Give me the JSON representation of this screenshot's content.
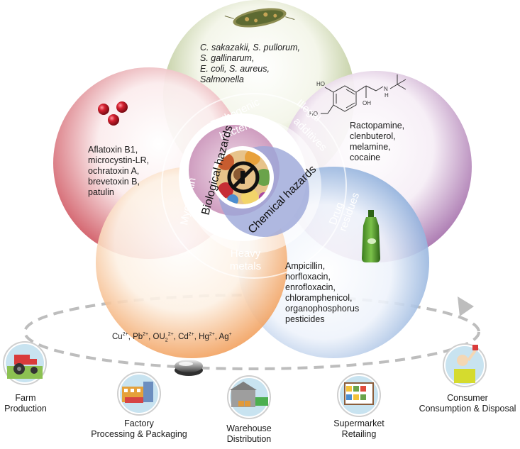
{
  "center": {
    "biological": "Biological hazards",
    "chemical": "Chemical hazards"
  },
  "ring": {
    "pathogenic_1": "Pathogenic",
    "pathogenic_2": "bacteria",
    "illegal_1": "Illegal",
    "illegal_2": "additives",
    "drug_1": "Drug",
    "drug_2": "residues",
    "heavy_1": "Heavy",
    "heavy_2": "metals",
    "mycotoxin": "Mycotoxin"
  },
  "petals": {
    "bacteria": [
      "C. sakazakii, S. pullorum,",
      "S. gallinarum,",
      "E. coli, S. aureus,",
      "Salmonella"
    ],
    "additives": [
      "Ractopamine,",
      "clenbuterol,",
      "melamine,",
      "cocaine"
    ],
    "mycotoxin": [
      "Aflatoxin B1,",
      "microcystin-LR,",
      "ochratoxin A,",
      "brevetoxin B,",
      "patulin"
    ],
    "drugs": [
      "Ampicillin,",
      "norfloxacin,",
      "enrofloxacin,",
      "chloramphenicol,",
      "organophosphorus",
      "pesticides"
    ],
    "metals": {
      "items": [
        {
          "base": "Cu",
          "sup": "2+",
          "sub": ""
        },
        {
          "base": "Pb",
          "sup": "2+",
          "sub": ""
        },
        {
          "base": "OU",
          "sup": "2+",
          "sub": "2"
        },
        {
          "base": "Cd",
          "sup": "2+",
          "sub": ""
        },
        {
          "base": "Hg",
          "sup": "2+",
          "sub": ""
        },
        {
          "base": "Ag",
          "sup": "+",
          "sub": ""
        }
      ]
    }
  },
  "molecule": {
    "ho1": "HO",
    "ho2": "HO",
    "oh": "OH",
    "nh": "N",
    "h": "H"
  },
  "stages": [
    {
      "line1": "Farm",
      "line2": "Production"
    },
    {
      "line1": "Factory",
      "line2": "Processing & Packaging"
    },
    {
      "line1": "Warehouse",
      "line2": "Distribution"
    },
    {
      "line1": "Supermarket",
      "line2": "Retailing"
    },
    {
      "line1": "Consumer",
      "line2": "Consumption & Disposal"
    }
  ],
  "colors": {
    "bacteria": "#a8b774",
    "additives": "#9a5e9f",
    "mycotoxin": "#c9454f",
    "drugs": "#6d97cf",
    "metals": "#ef8c37",
    "center_pink": "#d3a3c4",
    "center_blue": "#9aa8d6",
    "cycle_arrow": "#bdbdbd"
  }
}
